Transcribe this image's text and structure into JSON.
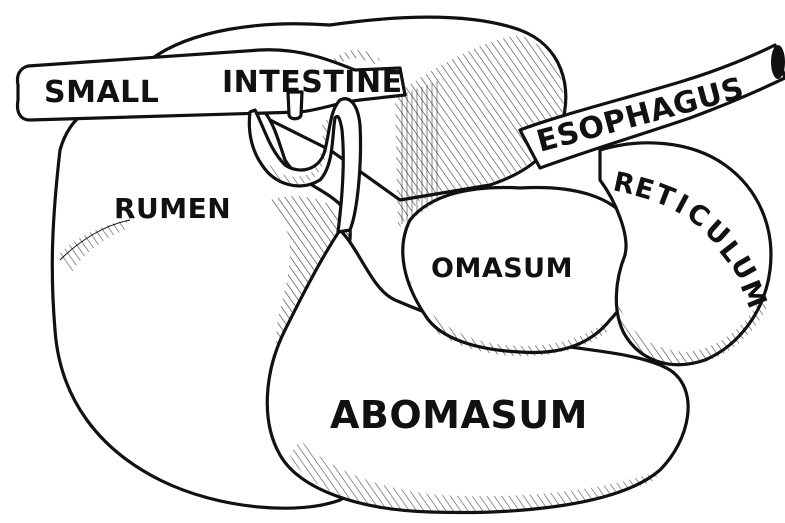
{
  "labels": {
    "small": "SMALL",
    "intestine": "INTESTINE",
    "esophagus": "ESOPHAGUS",
    "reticulum_letters": [
      "R",
      "E",
      "T",
      "I",
      "C",
      "U",
      "L",
      "U",
      "M"
    ],
    "rumen": "RUMEN",
    "omasum": "OMASUM",
    "abomasum": "ABOMASUM"
  },
  "colors": {
    "ink": "#111111",
    "paper": "#ffffff"
  }
}
